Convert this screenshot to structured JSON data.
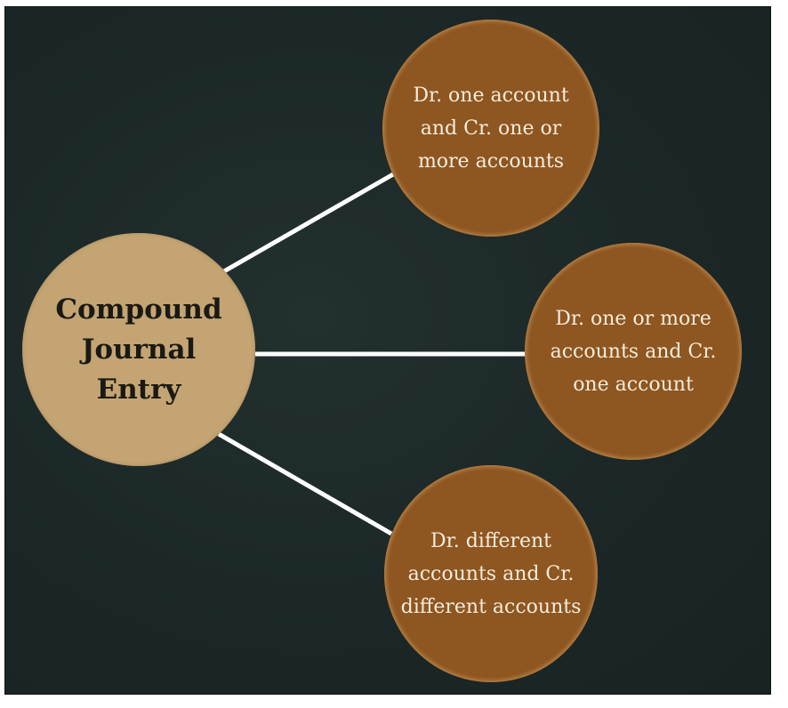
{
  "diagram": {
    "center": {
      "label": "Compound Journal Entry"
    },
    "branches": [
      {
        "label": "Dr. one account and Cr. one or more accounts"
      },
      {
        "label": "Dr. one or more accounts and Cr. one account"
      },
      {
        "label": "Dr. different accounts and Cr. different accounts"
      }
    ],
    "colors": {
      "background": "#1b2727",
      "center": "#c4a472",
      "branch": "#8e5620",
      "connector": "#ffffff"
    }
  }
}
